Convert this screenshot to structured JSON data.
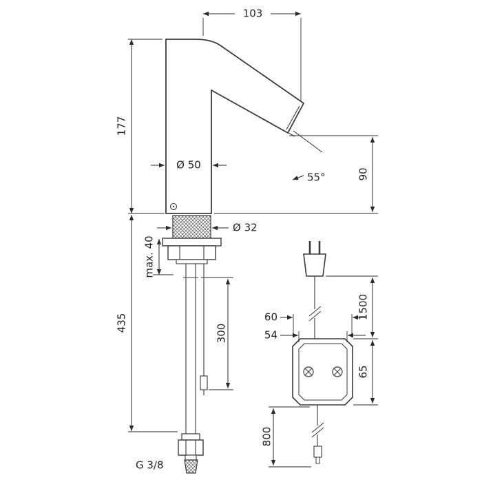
{
  "drawing": {
    "type": "technical-dimension-diagram",
    "subject": "electronic basin mixer faucet with power supply unit",
    "colors": {
      "background": "#ffffff",
      "line": "#3a3a3a",
      "dimension": "#2b2b2b"
    },
    "dimensions": {
      "spout_reach": "103",
      "body_height": "177",
      "body_diameter": "Ø 50",
      "spout_angle": "55°",
      "outlet_height": "90",
      "shank_diameter": "Ø 32",
      "max_mounting_thickness": "max. 40",
      "total_height": "435",
      "hose_length": "300",
      "connection_thread": "G 3/8",
      "box_width": "60",
      "box_inner_width": "54",
      "cable_length_top": "1500",
      "box_height": "65",
      "cable_length_bottom": "800"
    }
  }
}
